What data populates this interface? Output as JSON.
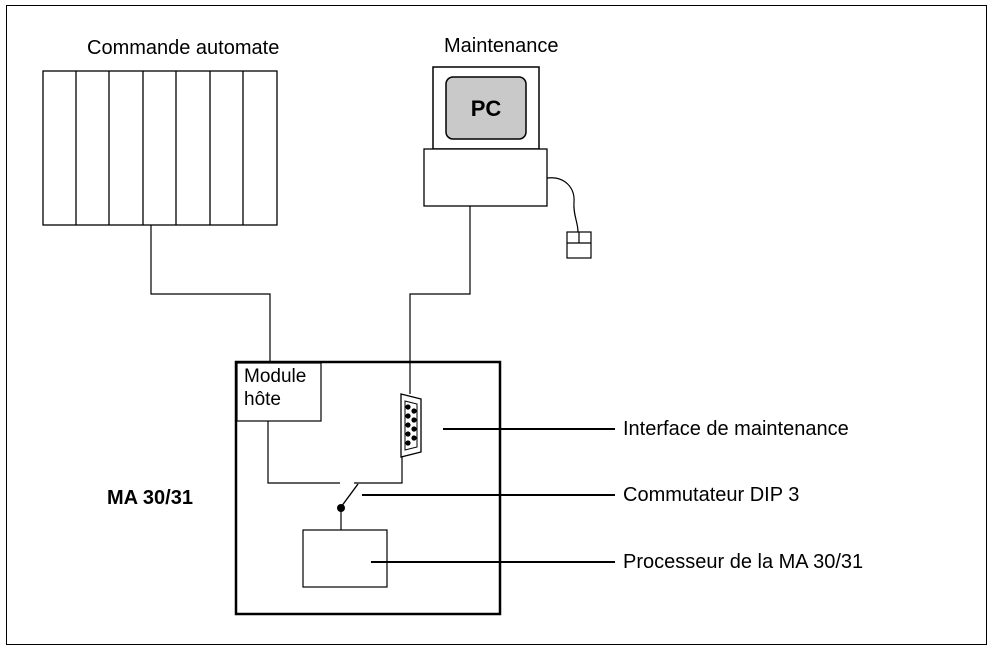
{
  "labels": {
    "plc": "Commande automate",
    "maintenance": "Maintenance",
    "pc": "PC",
    "host_line1": "Module",
    "host_line2": "hôte",
    "device": "MA 30/31",
    "callout_interface": "Interface de maintenance",
    "callout_dip": "Commutateur DIP 3",
    "callout_processor": "Processeur de la MA 30/31"
  },
  "plc_rack_slots": 7
}
